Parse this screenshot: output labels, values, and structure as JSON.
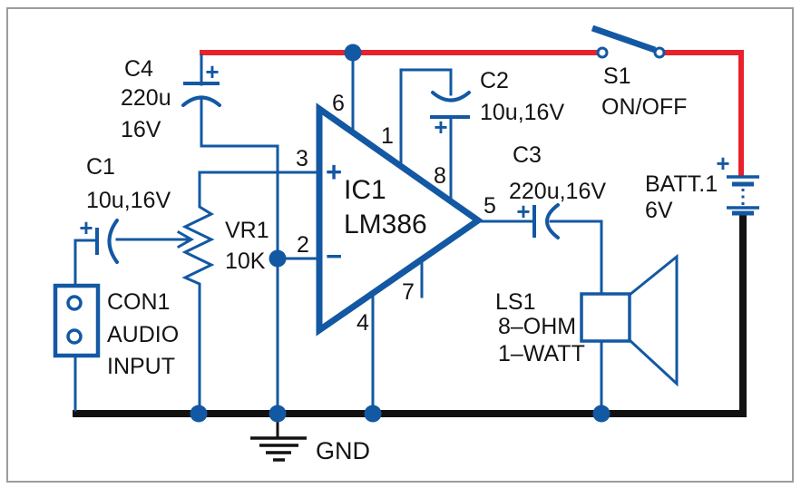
{
  "colors": {
    "wire_blue": "#1358a3",
    "rail_red": "#e8222a",
    "rail_black": "#121212",
    "text_black": "#141414"
  },
  "components": {
    "c4": {
      "name": "C4",
      "value": "220u",
      "voltage": "16V",
      "polarity": "+"
    },
    "c1": {
      "name": "C1",
      "value": "10u,16V",
      "polarity": "+"
    },
    "con1": {
      "name": "CON1",
      "label_line1": "AUDIO",
      "label_line2": "INPUT"
    },
    "vr1": {
      "name": "VR1",
      "value": "10K"
    },
    "ic1": {
      "name": "IC1",
      "part": "LM386",
      "plus": "+",
      "minus": "−",
      "pins": {
        "p1": "1",
        "p2": "2",
        "p3": "3",
        "p4": "4",
        "p5": "5",
        "p6": "6",
        "p7": "7",
        "p8": "8"
      }
    },
    "c2": {
      "name": "C2",
      "value": "10u,16V",
      "polarity": "+"
    },
    "c3": {
      "name": "C3",
      "value": "220u,16V",
      "polarity": "+"
    },
    "s1": {
      "name": "S1",
      "label": "ON/OFF"
    },
    "batt1": {
      "name": "BATT.1",
      "value": "6V",
      "polarity": "+"
    },
    "ls1": {
      "name": "LS1",
      "value_line1": "8–OHM",
      "value_line2": "1–WATT"
    },
    "gnd": {
      "label": "GND"
    }
  }
}
